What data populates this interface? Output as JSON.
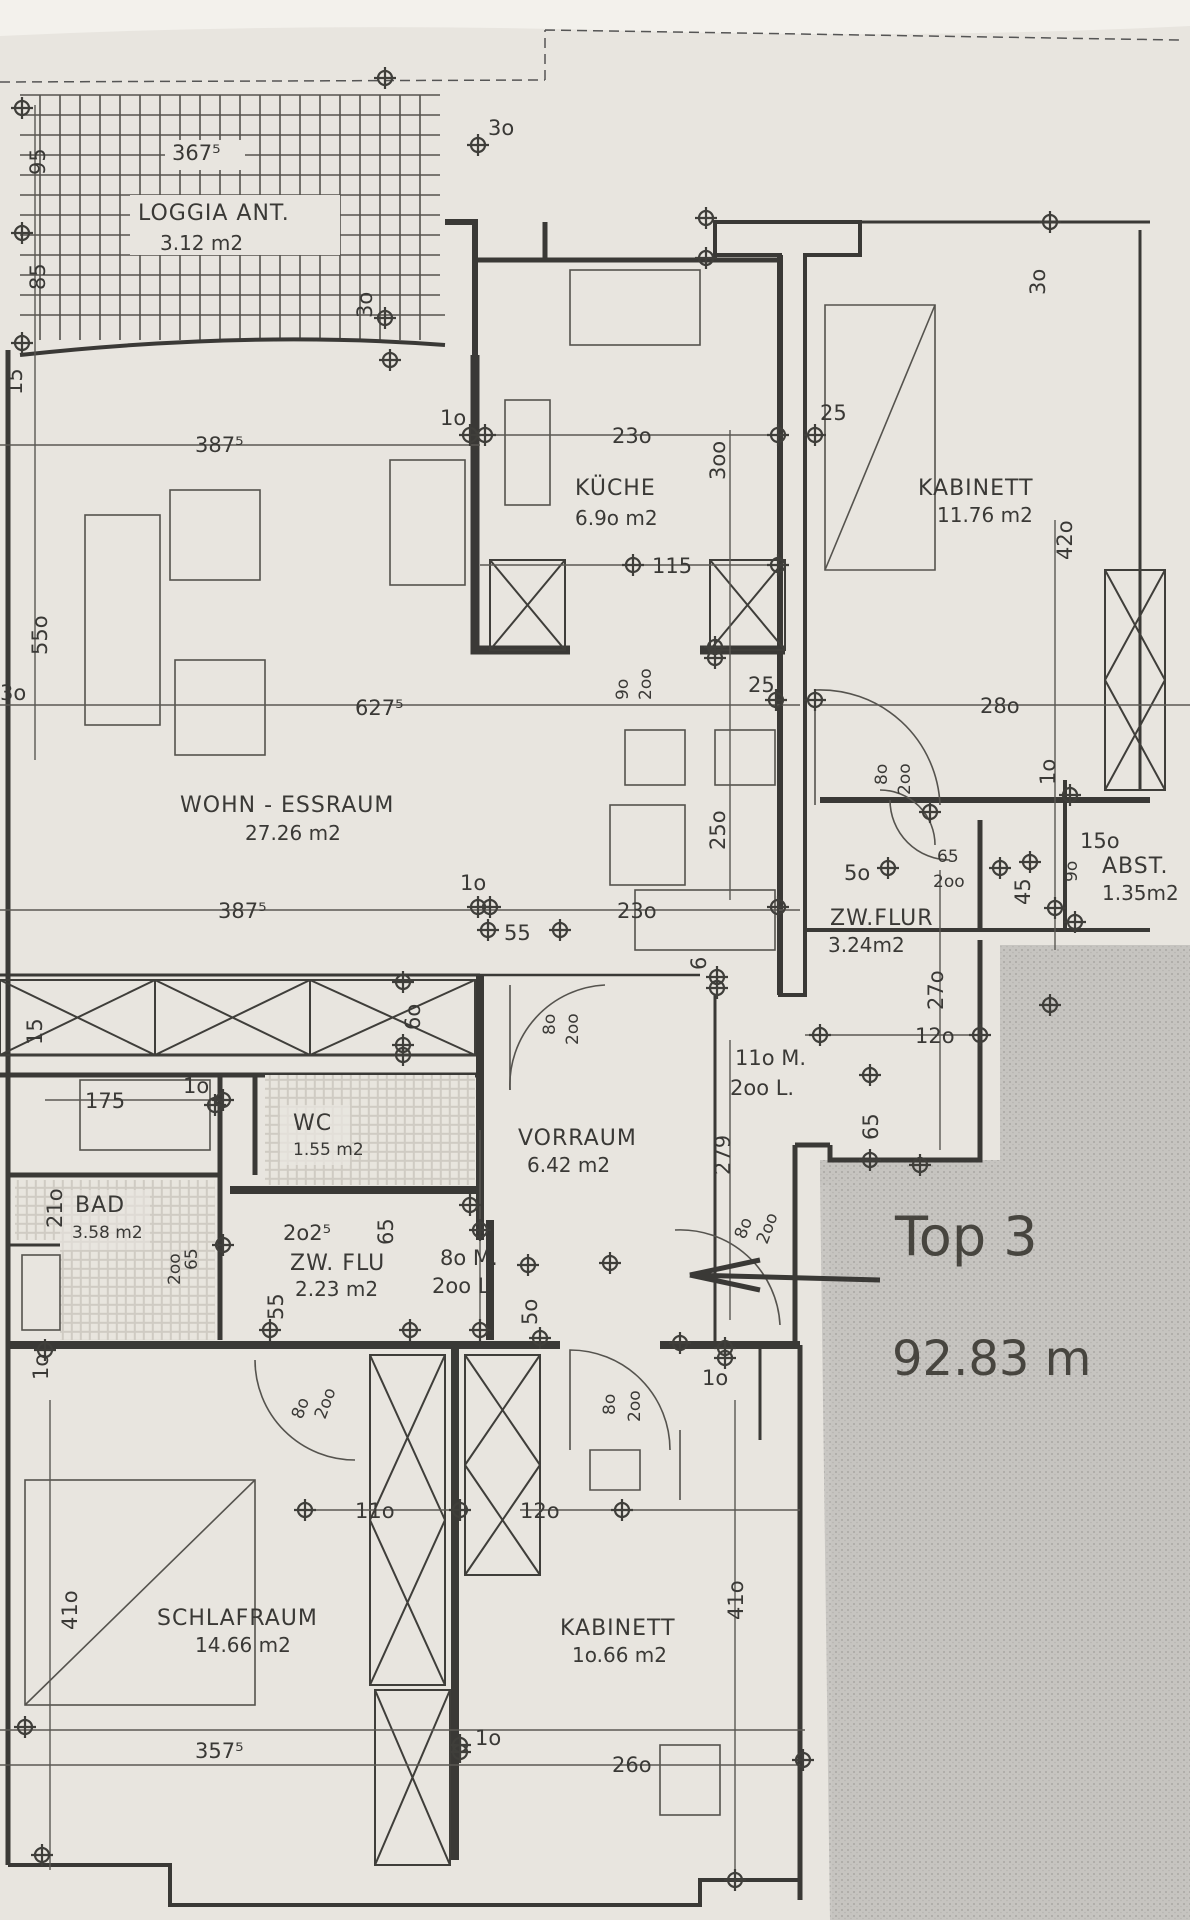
{
  "plan": {
    "rooms": {
      "loggia": {
        "name": "LOGGIA  ANT.",
        "area": "3.12 m2"
      },
      "wohn": {
        "name": "WOHN - ESSRAUM",
        "area": "27.26 m2"
      },
      "kueche": {
        "name": "KÜCHE",
        "area": "6.9o m2"
      },
      "kabinett1": {
        "name": "KABINETT",
        "area": "11.76 m2"
      },
      "abst": {
        "name": "ABST.",
        "area": "1.35m2"
      },
      "zwflur1": {
        "name": "ZW.FLUR",
        "area": "3.24m2"
      },
      "vorraum": {
        "name": "VORRAUM",
        "area": "6.42 m2"
      },
      "wc": {
        "name": "WC",
        "area": "1.55 m2"
      },
      "bad": {
        "name": "BAD",
        "area": "3.58 m2"
      },
      "zwflur2": {
        "name": "ZW. FLU",
        "area": "2.23 m2"
      },
      "schlaf": {
        "name": "SCHLAFRAUM",
        "area": "14.66 m2"
      },
      "kabinett2": {
        "name": "KABINETT",
        "area": "1o.66 m2"
      }
    },
    "dimensions": {
      "d_367": "367⁵",
      "d_387_top": "387⁵",
      "d_627": "627⁵",
      "d_387_mid": "387⁵",
      "d_357": "357⁵",
      "d_230_a": "23o",
      "d_230_b": "23o",
      "d_115": "115",
      "d_280": "28o",
      "d_120_a": "12o",
      "d_175": "175",
      "d_110": "11o",
      "d_120_b": "12o",
      "d_260": "26o",
      "d_202": "2o2⁵",
      "d_150": "15o",
      "d_55o": "55o",
      "d_300": "3oo",
      "d_250": "25o",
      "d_279": "279",
      "d_410_a": "41o",
      "d_410_b": "41o",
      "d_270": "27o",
      "d_420": "42o",
      "d_95": "95",
      "d_85": "85",
      "d_15_a": "15",
      "d_15_b": "15",
      "d_30_a": "3o",
      "d_30_b": "3o",
      "d_30_c": "3o",
      "d_30_d": "3o",
      "d_25_a": "25",
      "d_25_b": "25",
      "d_10_a": "1o",
      "d_10_b": "1o",
      "d_10_c": "1o",
      "d_10_d": "1o",
      "d_10_e": "1o",
      "d_10_f": "1o",
      "d_10_g": "1o",
      "d_55_a": "55",
      "d_55_b": "55",
      "d_50_a": "5o",
      "d_50_b": "5o",
      "d_65_a": "65",
      "d_65_b": "65",
      "d_6": "6",
      "d_60": "6o",
      "d_45": "45",
      "d_110m": "11o M.",
      "d_200l": "2oo L.",
      "d_80m": "8o M.",
      "d_200l_b": "2oo L.",
      "d_21o": "21o",
      "door_a_w": "8o",
      "door_a_h": "2oo",
      "door_b_w": "8o",
      "door_b_h": "2oo",
      "door_c_w": "8o",
      "door_c_h": "2oo",
      "door_d_w": "8o",
      "door_d_h": "2oo",
      "door_e_w": "8o",
      "door_e_h": "2oo",
      "door_f_w": "9o",
      "door_f_h": "2oo",
      "door_g_w": "65",
      "door_g_h": "2oo",
      "door_h_w": "65",
      "door_h_h": "2oo",
      "door_i_w": "9o"
    },
    "stamp": {
      "unit": "Top 3",
      "total": "92.83 m"
    }
  }
}
